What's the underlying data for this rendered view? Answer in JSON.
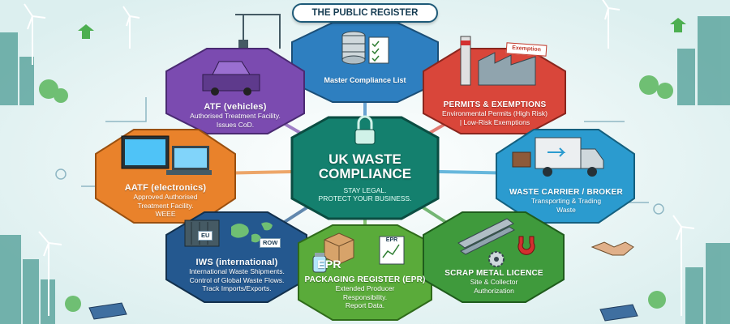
{
  "banner": {
    "title": "THE PUBLIC REGISTER"
  },
  "center": {
    "title_line1": "UK WASTE",
    "title_line2": "COMPLIANCE",
    "sub_line1": "STAY LEGAL.",
    "sub_line2": "PROTECT YOUR BUSINESS."
  },
  "nodes": {
    "master": {
      "title": "Master Compliance List"
    },
    "atf": {
      "title": "ATF (vehicles)",
      "line1": "Authorised Treatment Facility.",
      "line2": "Issues CoD."
    },
    "permits": {
      "title": "PERMITS & EXEMPTIONS",
      "line1": "Environmental Permits (High Risk)",
      "line2": "| Low-Risk Exemptions"
    },
    "aatf": {
      "title": "AATF (electronics)",
      "line1": "Approved Authorised",
      "line2": "Treatment Facility.",
      "line3": "WEEE"
    },
    "carrier": {
      "title": "WASTE CARRIER / BROKER",
      "line1": "Transporting & Trading",
      "line2": "Waste"
    },
    "iws": {
      "title": "IWS (international)",
      "line1": "International Waste Shipments.",
      "line2": "Control of Global Waste Flows.",
      "line3": "Track Imports/Exports."
    },
    "epr": {
      "badge": "EPR",
      "title": "PACKAGING REGISTER (EPR)",
      "line1": "Extended Producer",
      "line2": "Responsibility.",
      "line3": "Report Data."
    },
    "scrap": {
      "title": "SCRAP METAL LICENCE",
      "line1": "Site & Collector",
      "line2": "Authorization"
    }
  },
  "labels": {
    "exemption_sign": "Exemption",
    "eu_tag": "EU",
    "row_tag": "ROW",
    "epr_chart": "EPR"
  },
  "colors": {
    "master": "#2e7fc0",
    "atf": "#7b4bb0",
    "permits": "#d9463a",
    "aatf": "#e9822b",
    "center": "#14806e",
    "carrier": "#2b9bcf",
    "iws": "#24588f",
    "epr": "#5aab3a",
    "scrap": "#3f9a3c"
  }
}
